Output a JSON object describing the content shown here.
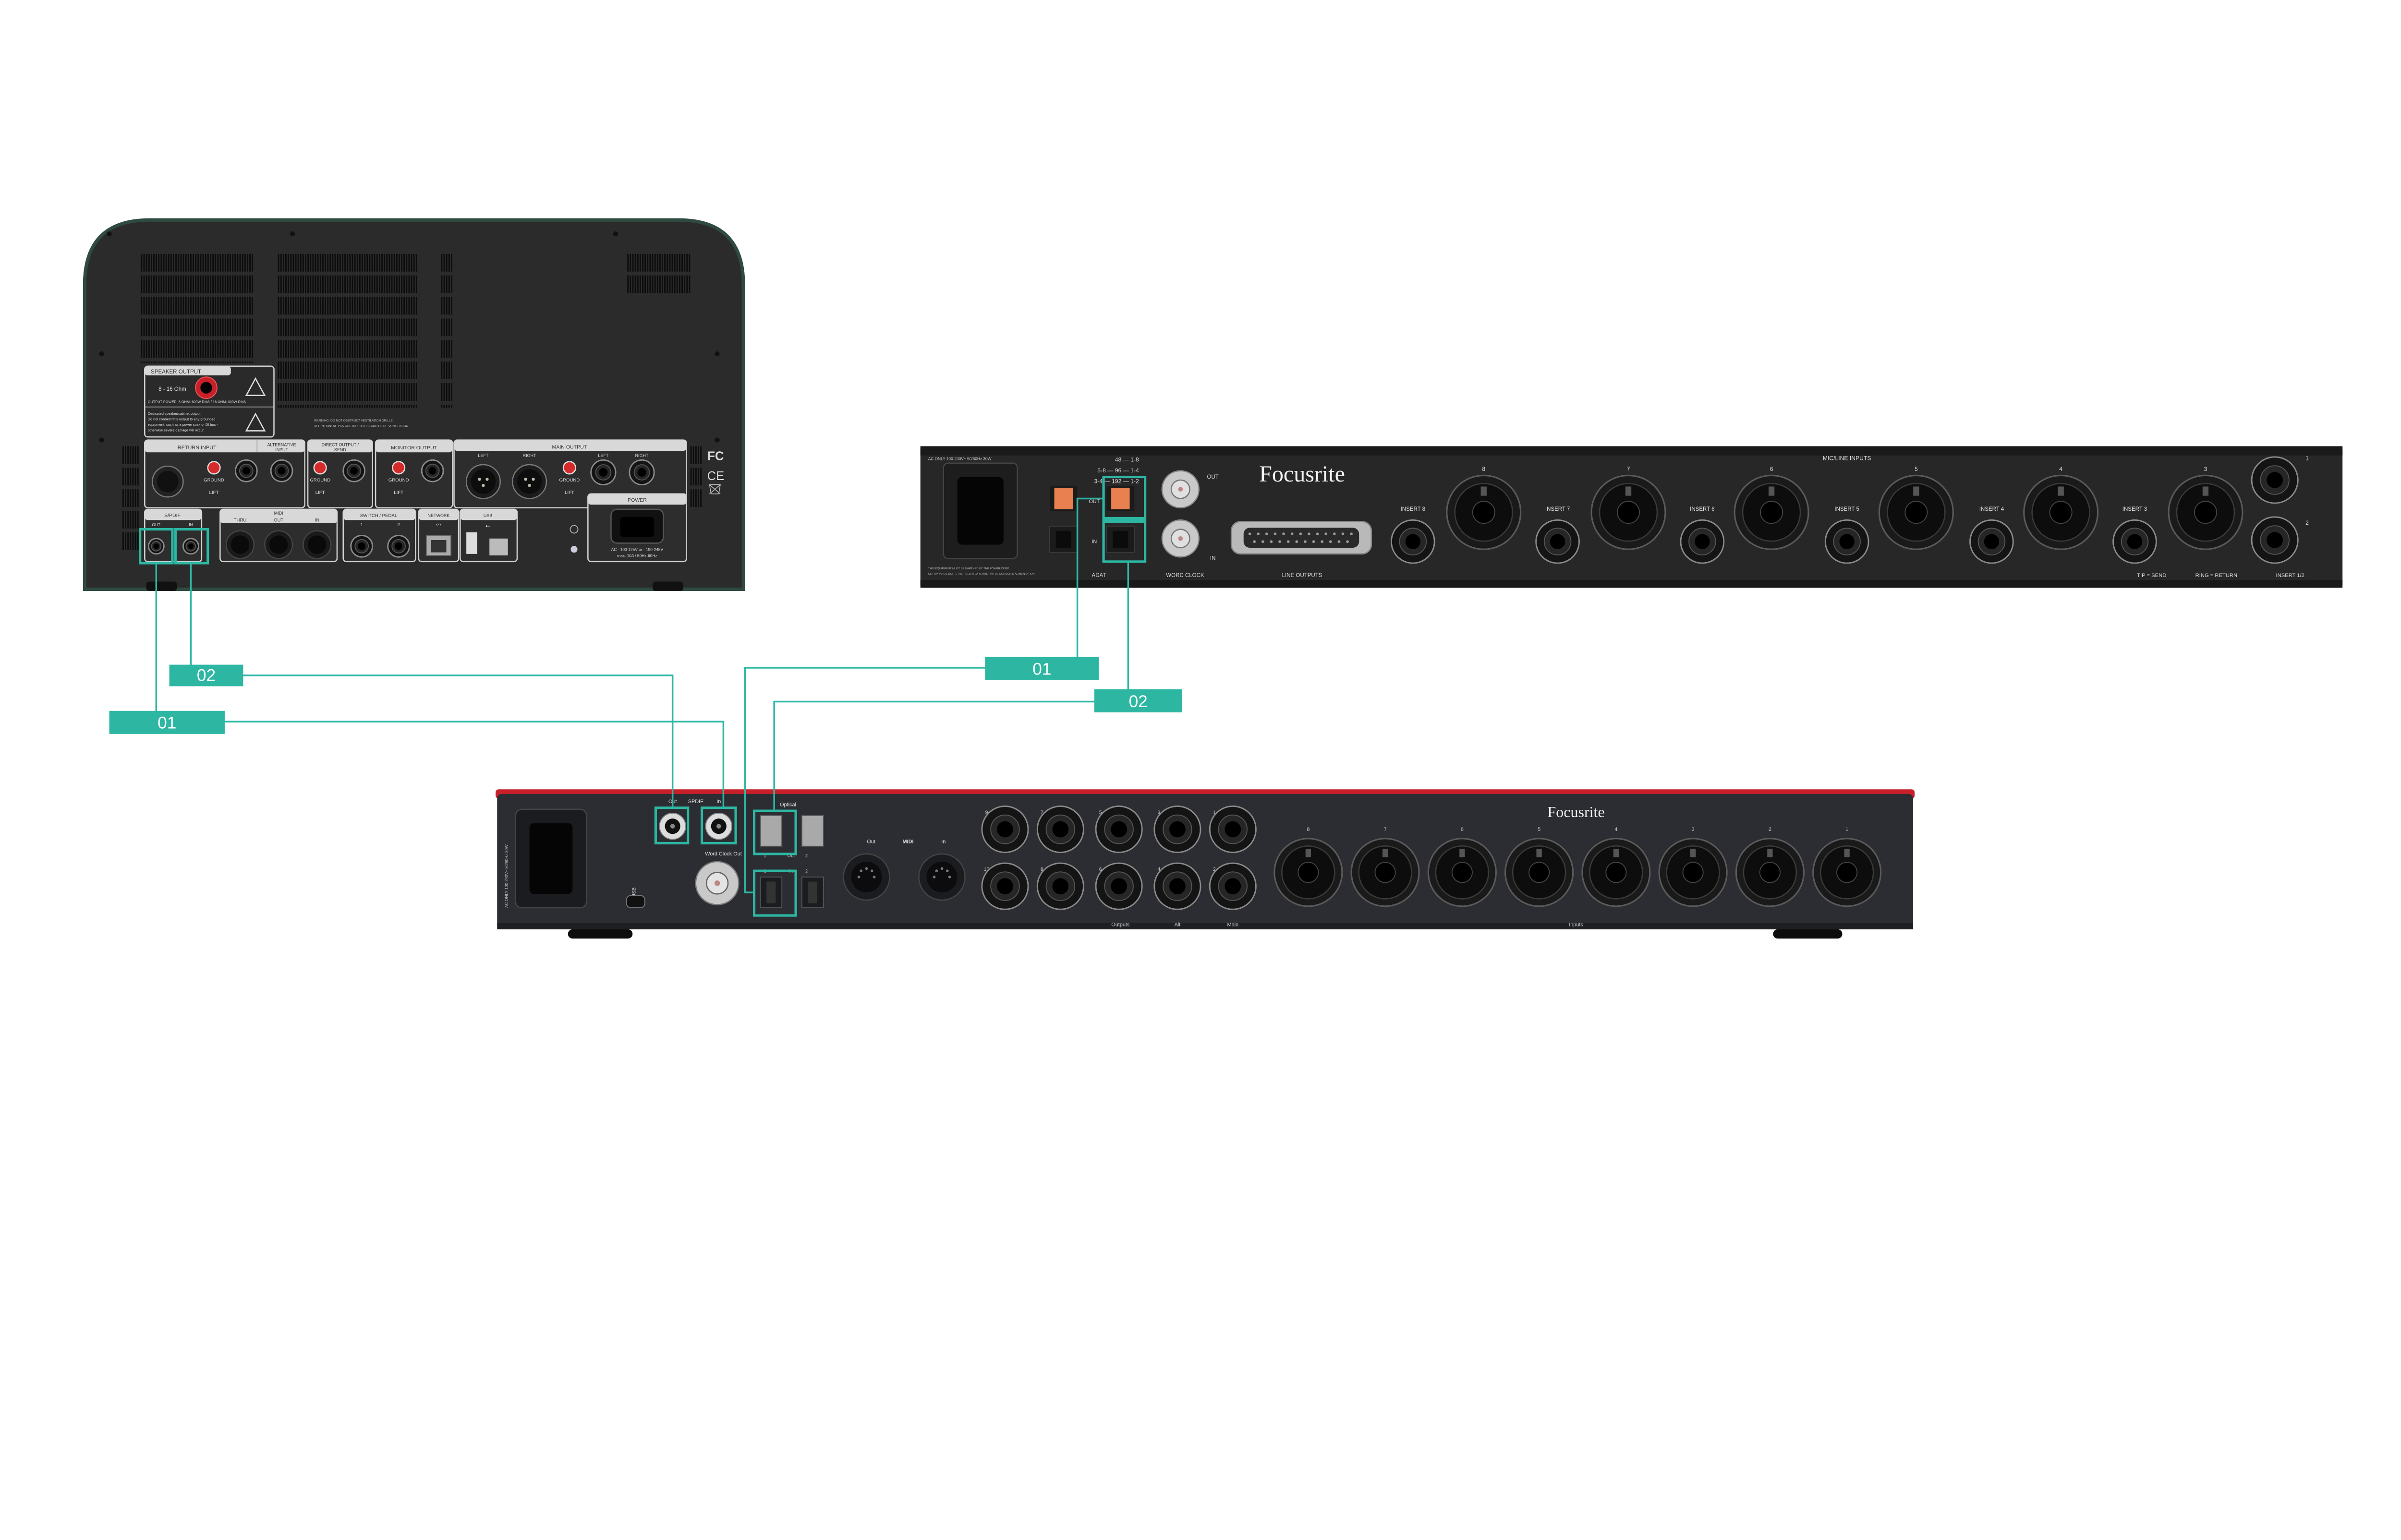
{
  "colors": {
    "connection": "#2db7a3",
    "label_text": "#ffffff",
    "focusrite_red": "#c8202a",
    "adat_orange": "#e8804f"
  },
  "amp": {
    "speaker_output": "SPEAKER OUTPUT",
    "impedance": "8 - 16 Ohm",
    "output_power": "OUTPUT POWER: 8 OHM: 600W RMS / 16 OHM: 300W RMS",
    "speaker_warning": [
      "Dedicated speaker/cabinet output.",
      "Do not connect this output to any grounded",
      "equipment, such as a power soak or DI box -",
      "otherwise severe damage will occur."
    ],
    "vent_warning": [
      "WARNING: DO NOT OBSTRUCT VENTILATION GRILLS",
      "ATTENTION: NE PAS OBSTRUER LES GRILLES DE VENTILATION"
    ],
    "return_input": "RETURN INPUT",
    "alternative_input": [
      "ALTERNATIVE",
      "INPUT"
    ],
    "direct_output": [
      "DIRECT OUTPUT /",
      "SEND"
    ],
    "monitor_output": "MONITOR OUTPUT",
    "main_output": "MAIN OUTPUT",
    "left": "LEFT",
    "right": "RIGHT",
    "ground": "GROUND",
    "lift": "LIFT",
    "spdif": "S/PDIF",
    "spdif_out": "OUT",
    "spdif_in": "IN",
    "midi": "MIDI",
    "midi_thru": "THRU",
    "midi_out": "OUT",
    "midi_in": "IN",
    "switch_pedal": "SWITCH / PEDAL",
    "switch_1": "1",
    "switch_2": "2",
    "network": "NETWORK",
    "usb": "USB",
    "power": "POWER",
    "power_spec": [
      "AC - 100-125V or - 190-245V",
      "max. 10A / 50Hz-60Hz"
    ],
    "fc": "FC",
    "ce": "CE"
  },
  "octopre": {
    "ac_rating": "AC ONLY 100-240V~ 50/60Hz 30W",
    "safety_note": [
      "THIS EQUIPMENT MUST BE EARTHED BY THE POWER CORD",
      "CET APPAREIL DOIT ETRE RELIE A LA TERRE PAR LE CORDON D'ALIMENTATION"
    ],
    "rate_table": [
      "48 — 1-8",
      "5-8 — 96 — 1-4",
      "3-4 — 192 — 1-2"
    ],
    "adat_out": "OUT",
    "adat_in": "IN",
    "adat": "ADAT",
    "word_clock_out": "OUT",
    "word_clock_in": "IN",
    "word_clock": "WORD CLOCK",
    "brand": "Focusrite",
    "line_outputs": "LINE OUTPUTS",
    "mic_line_inputs": "MIC/LINE INPUTS",
    "input_numbers": [
      "8",
      "7",
      "6",
      "5",
      "4",
      "3"
    ],
    "insert_labels": [
      "INSERT 8",
      "INSERT 7",
      "INSERT 6",
      "INSERT 5",
      "INSERT 4",
      "INSERT 3"
    ],
    "jack_numbers": [
      "1",
      "2"
    ],
    "tip_send": "TIP = SEND",
    "ring_return": "RING = RETURN",
    "insert_12": "INSERT 1/2"
  },
  "interface": {
    "ac_rating": "AC ONLY 100-240V~ 50/60Hz 30W",
    "spdif_out": "Out",
    "spdif": "SPDIF",
    "spdif_in": "In",
    "optical": "Optical",
    "optical_out": "Out",
    "optical_in": "In",
    "optical_ports": [
      "1",
      "2"
    ],
    "word_clock_out": "Word Clock Out",
    "usb": "USB",
    "midi": "MIDI",
    "midi_out": "Out",
    "midi_in": "In",
    "output_numbers_top": [
      "9",
      "7",
      "5",
      "3",
      "1"
    ],
    "output_numbers_bottom": [
      "10",
      "8",
      "6",
      "4",
      "2"
    ],
    "outputs": "Outputs",
    "alt": "Alt",
    "main": "Main",
    "brand": "Focusrite",
    "input_numbers": [
      "8",
      "7",
      "6",
      "5",
      "4",
      "3",
      "2",
      "1"
    ],
    "inputs": "Inputs"
  },
  "connections": [
    {
      "label": "01",
      "from": "amp S/PDIF OUT",
      "to": "interface SPDIF In"
    },
    {
      "label": "02",
      "from": "amp S/PDIF IN",
      "to": "interface SPDIF Out"
    },
    {
      "label": "01",
      "from": "OctoPre ADAT OUT",
      "to": "interface Optical In 1"
    },
    {
      "label": "02",
      "from": "OctoPre ADAT IN",
      "to": "interface Optical Out 1"
    }
  ]
}
